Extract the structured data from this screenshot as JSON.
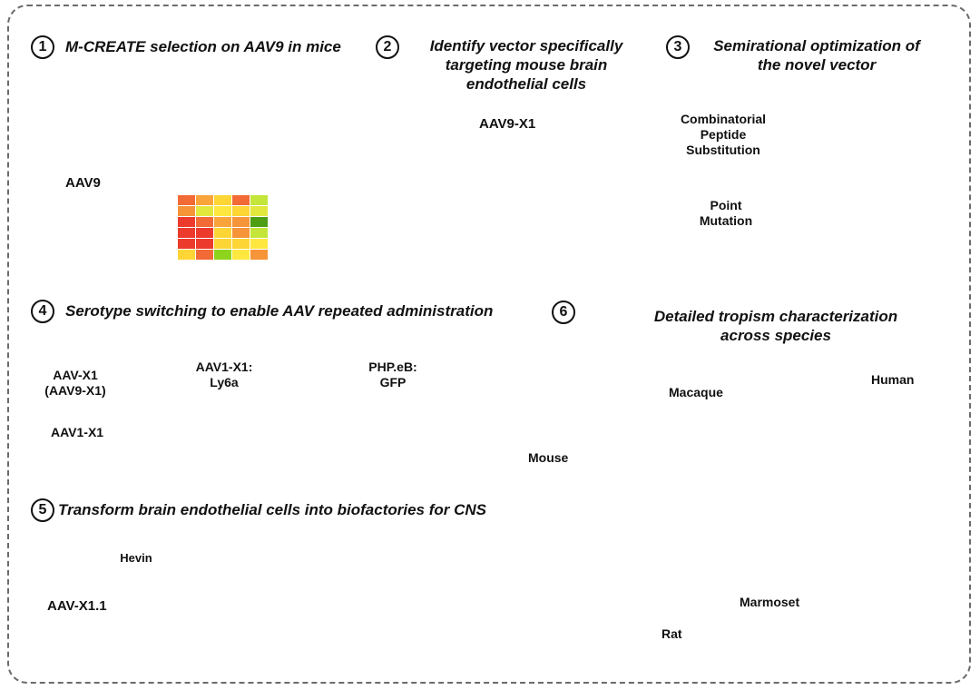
{
  "steps": [
    {
      "number": "1",
      "title": "M-CREATE selection on AAV9 in mice"
    },
    {
      "number": "2",
      "title_lines": [
        "Identify vector specifically",
        "targeting mouse brain",
        "endothelial cells"
      ]
    },
    {
      "number": "3",
      "title_lines": [
        "Semirational optimization of",
        "the novel vector"
      ]
    },
    {
      "number": "4",
      "title": "Serotype switching to enable AAV repeated administration"
    },
    {
      "number": "5",
      "title": "Transform brain endothelial cells into biofactories for CNS"
    },
    {
      "number": "6",
      "title_lines": [
        "Detailed tropism characterization",
        "across species"
      ]
    }
  ],
  "section1": {
    "capsid_label": "AAV9",
    "dna_strand_colors": [
      "#3b8fe0",
      "#e0468f",
      "#f0a030",
      "#4aa53a"
    ],
    "capsid_library_colors": [
      "#2f5fb0",
      "#9b59c9",
      "#e08a2c",
      "#3f9e4a",
      "#b07ad8",
      "#5a90e0",
      "#e89a3a",
      "#777777"
    ],
    "heatmap_colors": [
      [
        "#f26a35",
        "#f9a43a",
        "#fdd535",
        "#f26a35",
        "#c4e53a"
      ],
      [
        "#f59438",
        "#e2e83e",
        "#fee83f",
        "#fdd535",
        "#e2e83e"
      ],
      [
        "#ec3a2c",
        "#f26a35",
        "#f9a43a",
        "#f59438",
        "#4e9e13"
      ],
      [
        "#ec3a2c",
        "#ec3a2c",
        "#fdd535",
        "#f59438",
        "#c4e53a"
      ],
      [
        "#ec3a2c",
        "#ec3a2c",
        "#fdd535",
        "#fdd535",
        "#fee83f"
      ],
      [
        "#fdd535",
        "#f26a35",
        "#8ed41d",
        "#fee83f",
        "#f59438"
      ]
    ]
  },
  "section2": {
    "capsid_label": "AAV9-X1"
  },
  "section3": {
    "rows": [
      {
        "label_lines": [
          "Combinatorial",
          "Peptide",
          "Substitution"
        ]
      },
      {
        "label_lines": [
          "Point",
          "Mutation"
        ]
      }
    ]
  },
  "section4": {
    "capsid_original_lines": [
      "AAV-X1",
      "(AAV9-X1)"
    ],
    "capsid_switched": "AAV1-X1",
    "dose1_lines": [
      "AAV1-X1:",
      "Ly6a"
    ],
    "dose2_lines": [
      "PHP.eB:",
      "GFP"
    ],
    "colors": {
      "orange": "#f7b54a",
      "blue": "#cfe6f0",
      "purple": "#e3cdef",
      "gfp": "#5bd84a"
    }
  },
  "section5": {
    "vector_label": "AAV-X1.1",
    "protein_label": "Hevin",
    "protein_color": "#2bb7c7"
  },
  "section6": {
    "species": [
      "Mouse",
      "Macaque",
      "Rat",
      "Marmoset",
      "Human"
    ]
  }
}
